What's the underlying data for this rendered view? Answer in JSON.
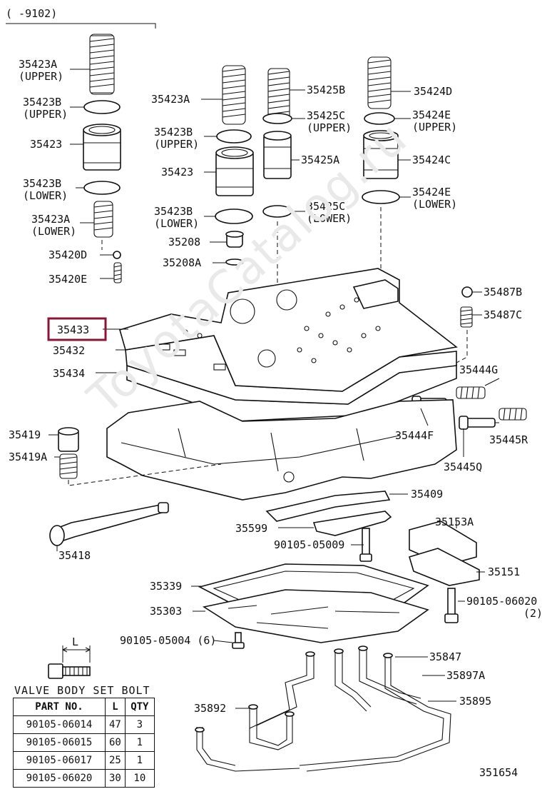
{
  "header_note": "(      -9102)",
  "figure_number": "351654",
  "watermark_image_text": "ToyotaCatalog.ru",
  "highlight_color": "#8b1538",
  "part_labels": {
    "p35423A_upper": [
      "35423A",
      "(UPPER)"
    ],
    "p35423B_upper": [
      "35423B",
      "(UPPER)"
    ],
    "p35423_left": [
      "35423"
    ],
    "p35423B_lower": [
      "35423B",
      "(LOWER)"
    ],
    "p35423A_lower": [
      "35423A",
      "(LOWER)"
    ],
    "p35420D": [
      "35420D"
    ],
    "p35420E": [
      "35420E"
    ],
    "p35423A_mid": [
      "35423A"
    ],
    "p35423B_mid_upper": [
      "35423B",
      "(UPPER)"
    ],
    "p35423_mid": [
      "35423"
    ],
    "p35423B_mid_lower": [
      "35423B",
      "(LOWER)"
    ],
    "p35208": [
      "35208"
    ],
    "p35208A": [
      "35208A"
    ],
    "p35425B": [
      "35425B"
    ],
    "p35425C_upper": [
      "35425C",
      "(UPPER)"
    ],
    "p35425A": [
      "35425A"
    ],
    "p35425C_lower": [
      "35425C",
      "(LOWER)"
    ],
    "p35424D": [
      "35424D"
    ],
    "p35424E_upper": [
      "35424E",
      "(UPPER)"
    ],
    "p35424C": [
      "35424C"
    ],
    "p35424E_lower": [
      "35424E",
      "(LOWER)"
    ],
    "p35487B": [
      "35487B"
    ],
    "p35487C": [
      "35487C"
    ],
    "p35433": [
      "35433"
    ],
    "p35432": [
      "35432"
    ],
    "p35434": [
      "35434"
    ],
    "p35444G": [
      "35444G"
    ],
    "p35444F": [
      "35444F"
    ],
    "p35445R": [
      "35445R"
    ],
    "p35445Q": [
      "35445Q"
    ],
    "p35419": [
      "35419"
    ],
    "p35419A": [
      "35419A"
    ],
    "p35409": [
      "35409"
    ],
    "p35599": [
      "35599"
    ],
    "p90105_05009": [
      "90105-05009"
    ],
    "p35418": [
      "35418"
    ],
    "p35153A": [
      "35153A"
    ],
    "p35151": [
      "35151"
    ],
    "p35339": [
      "35339"
    ],
    "p35303": [
      "35303"
    ],
    "p90105_06020": [
      "90105-06020",
      "(2)"
    ],
    "p90105_05004": [
      "90105-05004 (6)"
    ],
    "p35847": [
      "35847"
    ],
    "p35897A": [
      "35897A"
    ],
    "p35895": [
      "35895"
    ],
    "p35892": [
      "35892"
    ],
    "dim_L": [
      "L"
    ]
  },
  "bolt_table": {
    "title": "VALVE BODY SET BOLT",
    "headers": [
      "PART NO.",
      "L",
      "QTY"
    ],
    "rows": [
      [
        "90105-06014",
        "47",
        "3"
      ],
      [
        "90105-06015",
        "60",
        "1"
      ],
      [
        "90105-06017",
        "25",
        "1"
      ],
      [
        "90105-06020",
        "30",
        "10"
      ]
    ]
  }
}
